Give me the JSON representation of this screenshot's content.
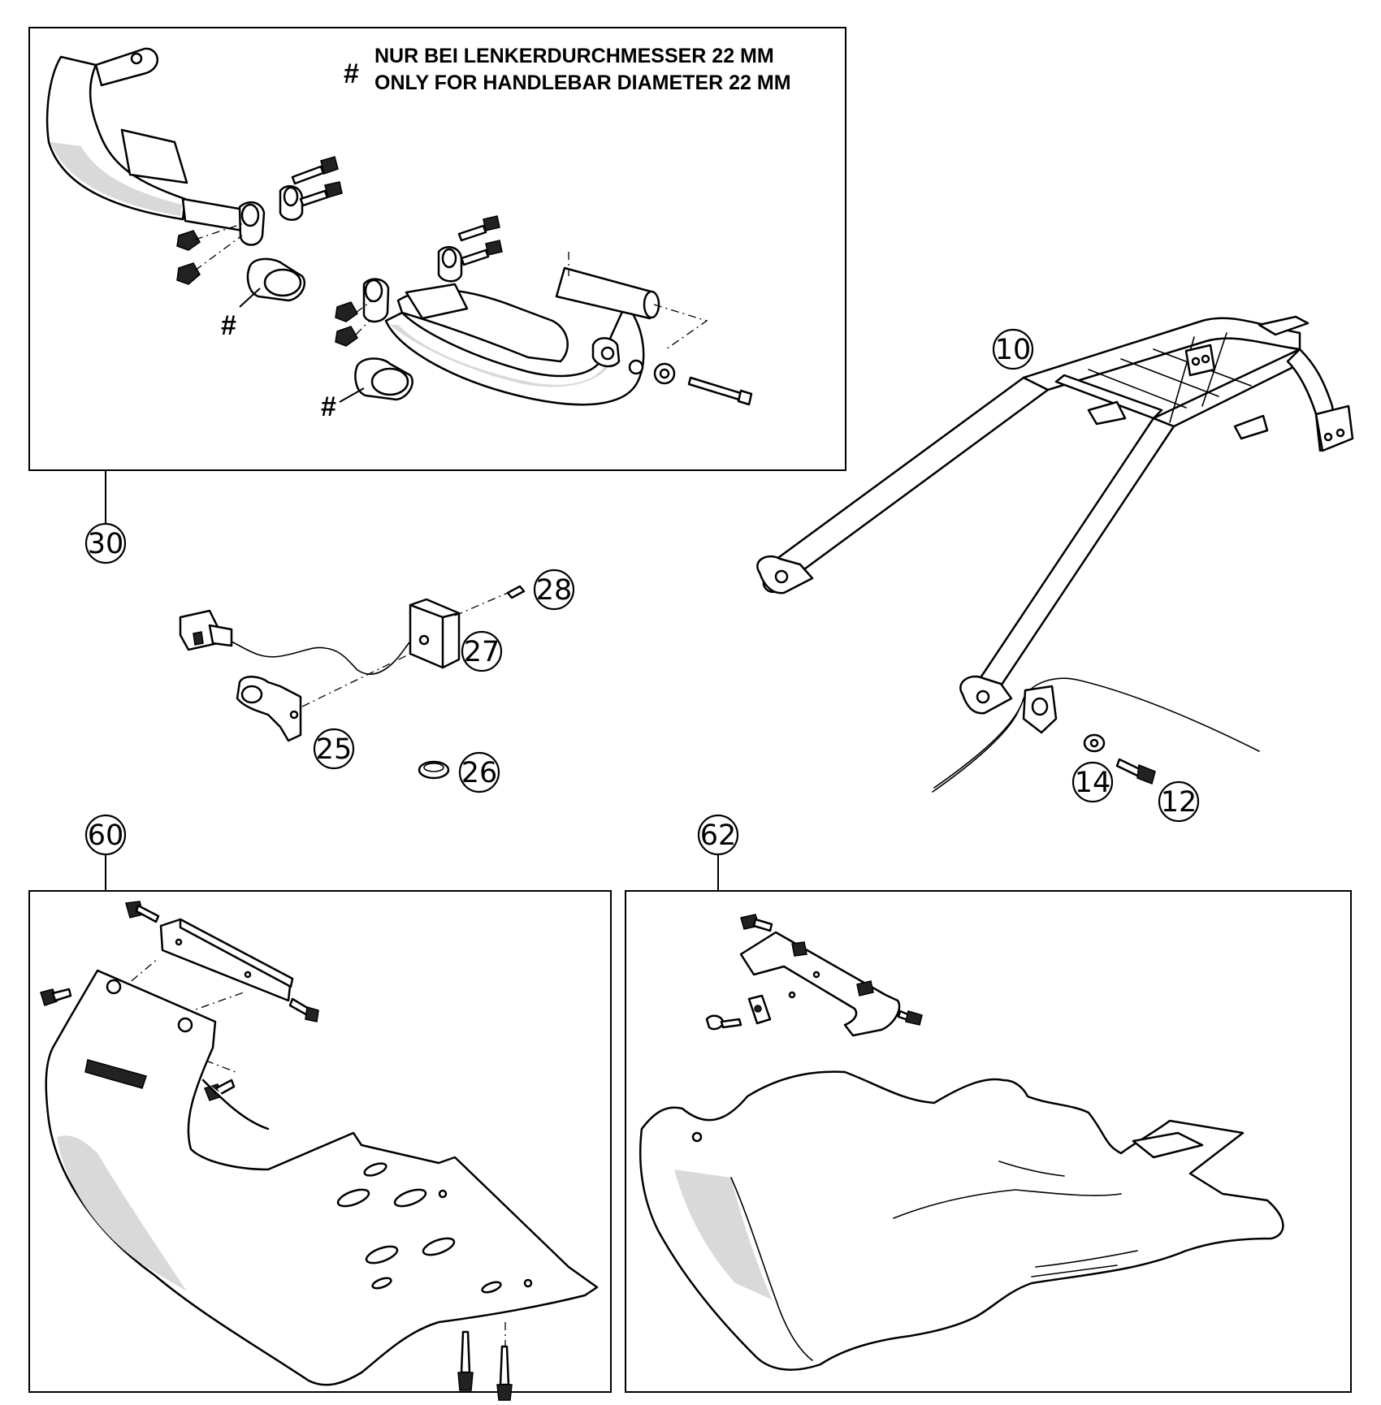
{
  "note": {
    "symbol": "#",
    "line_de": "NUR BEI LENKERDURCHMESSER 22 MM",
    "line_en": "ONLY FOR HANDLEBAR DIAMETER 22 MM"
  },
  "hash_marks": [
    "#",
    "#"
  ],
  "callouts": {
    "c10": "10",
    "c12": "12",
    "c14": "14",
    "c25": "25",
    "c26": "26",
    "c27": "27",
    "c28": "28",
    "c30": "30",
    "c60": "60",
    "c62": "62"
  }
}
